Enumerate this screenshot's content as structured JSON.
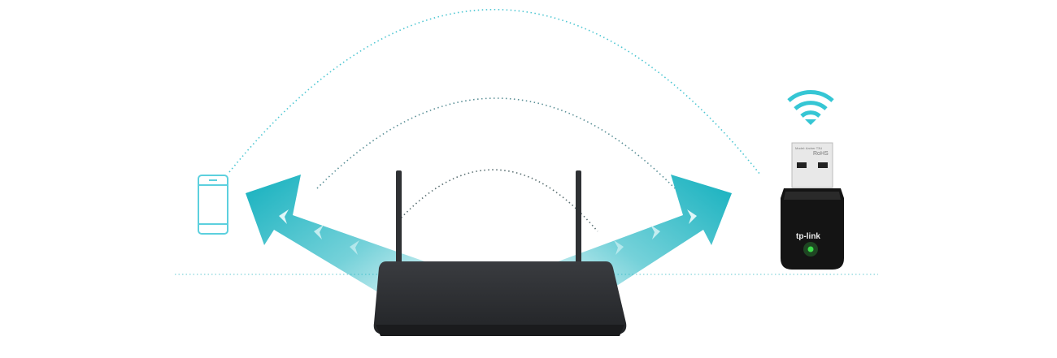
{
  "colors": {
    "signal": "#3fc4cf",
    "arrow": "#19b3c0",
    "router": "#2b2d30",
    "adapter": "#141414",
    "led": "#3ddc4a"
  },
  "adapter": {
    "model_text": "Model: Archer T3U",
    "rohs_text": "RoHS",
    "brand_logo": "tp-link"
  },
  "icons": [
    "phone-icon",
    "wifi-icon",
    "router-image",
    "usb-adapter-image"
  ]
}
